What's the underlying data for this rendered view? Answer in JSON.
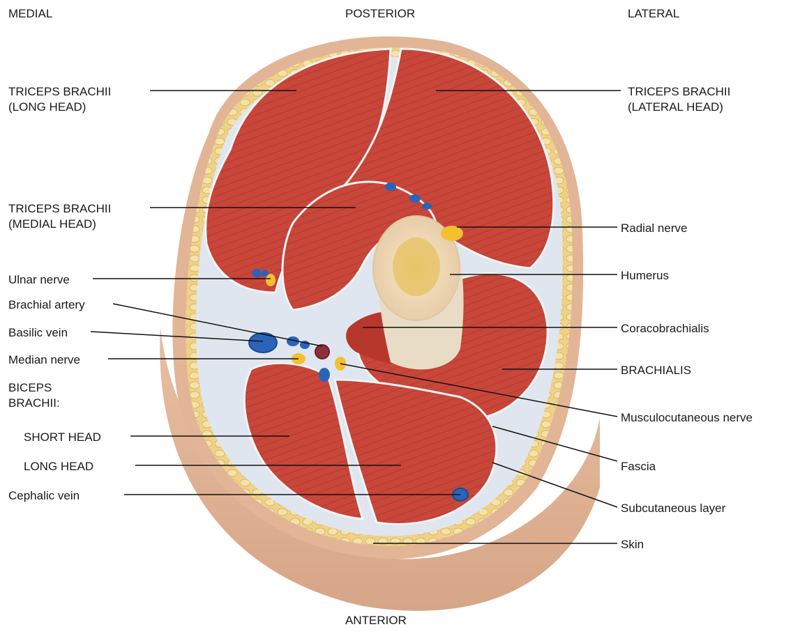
{
  "orientation": {
    "medial": "MEDIAL",
    "posterior": "POSTERIOR",
    "lateral": "LATERAL",
    "anterior": "ANTERIOR"
  },
  "left_labels": {
    "triceps_long_1": "TRICEPS BRACHII",
    "triceps_long_2": "(LONG HEAD)",
    "triceps_medial_1": "TRICEPS BRACHII",
    "triceps_medial_2": "(MEDIAL HEAD)",
    "ulnar_nerve": "Ulnar nerve",
    "brachial_artery": "Brachial artery",
    "basilic_vein": "Basilic vein",
    "median_nerve": "Median nerve",
    "biceps_1": "BICEPS",
    "biceps_2": "BRACHII:",
    "short_head": "SHORT HEAD",
    "long_head": "LONG HEAD",
    "cephalic_vein": "Cephalic vein"
  },
  "right_labels": {
    "triceps_lateral_1": "TRICEPS BRACHII",
    "triceps_lateral_2": "(LATERAL HEAD)",
    "radial_nerve": "Radial nerve",
    "humerus": "Humerus",
    "coracobrachialis": "Coracobrachialis",
    "brachialis": "BRACHIALIS",
    "musculocutaneous_nerve": "Musculocutaneous nerve",
    "fascia": "Fascia",
    "subcutaneous_layer": "Subcutaneous layer",
    "skin": "Skin"
  },
  "colors": {
    "muscle": "#c8463a",
    "muscle_dark": "#a8332a",
    "skin": "#e9c3a6",
    "skin_shade": "#d9a88a",
    "fat": "#f0d890",
    "fascia": "#dfe6ef",
    "bone": "#f1dcc0",
    "marrow": "#e8c87a",
    "vein": "#2a64b8",
    "artery": "#8e2f3c",
    "nerve": "#f3c02f"
  }
}
